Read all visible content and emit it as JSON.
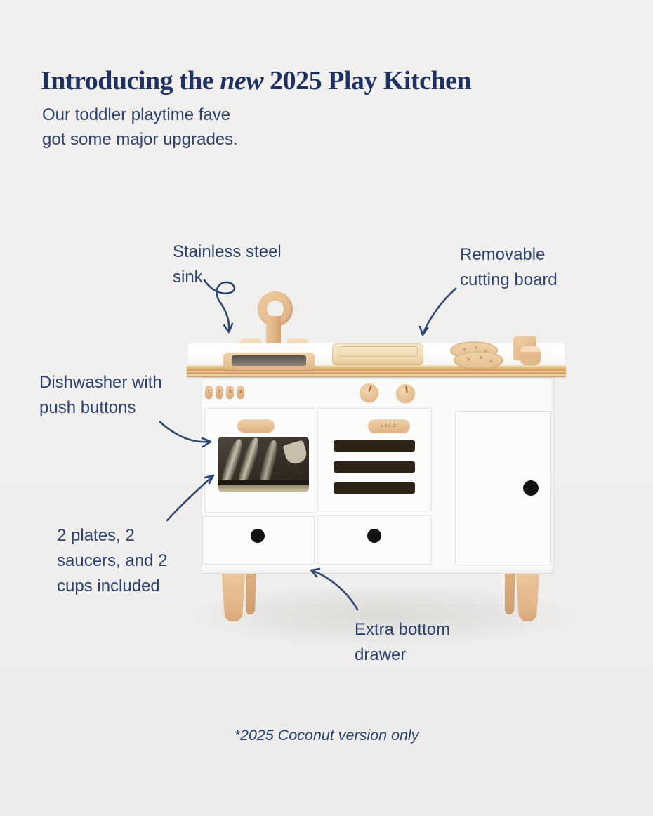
{
  "colors": {
    "background": "#f0efed",
    "title_navy": "#1e3261",
    "label_navy": "#2c426f",
    "arrow_navy": "#2e4a73",
    "wood": "#e7c094",
    "kitchen_white": "#fbfbfa"
  },
  "header": {
    "title_prefix": "Introducing the ",
    "title_emphasis": "new",
    "title_suffix": " 2025 Play Kitchen",
    "subtitle_line1": "Our toddler playtime fave",
    "subtitle_line2": "got some major upgrades."
  },
  "callouts": {
    "sink": {
      "line1": "Stainless steel",
      "line2": "sink"
    },
    "cutting_board": {
      "line1": "Removable",
      "line2": "cutting board"
    },
    "dishwasher": {
      "line1": "Dishwasher with",
      "line2": "push buttons"
    },
    "tableware": {
      "line1": "2 plates, 2",
      "line2": "saucers, and 2",
      "line3": "cups included"
    },
    "bottom_drawer": {
      "line1": "Extra bottom",
      "line2": "drawer"
    }
  },
  "kitchen": {
    "dishwasher_buttons": [
      "1",
      "2",
      "3",
      "4"
    ],
    "oven_handle_engraving": "LALO"
  },
  "footnote": "*2025 Coconut version only"
}
